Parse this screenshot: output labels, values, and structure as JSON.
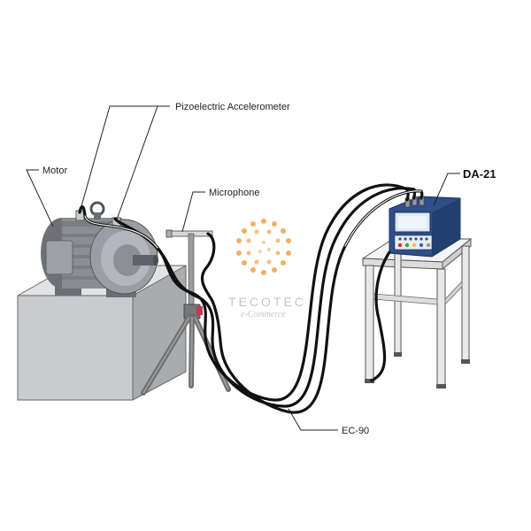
{
  "labels": {
    "accelerometer": "Pizoelectric Accelerometer",
    "motor": "Motor",
    "microphone": "Microphone",
    "analyzer": "DA-21",
    "cable": "EC-90"
  },
  "watermark": {
    "brand": "TECOTEC",
    "sub": "e-Commerce"
  },
  "colors": {
    "motor": "#8a8e93",
    "base": "#c9cbcd",
    "analyzer_body": "#2f4f8a",
    "screen": "#dfe9f3",
    "watermark_orange": "#f2a24a"
  }
}
